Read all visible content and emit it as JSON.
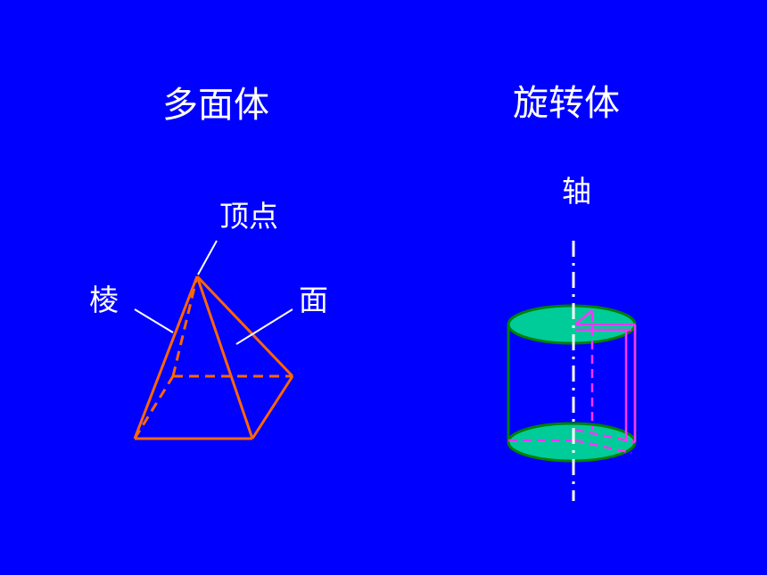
{
  "slide": {
    "background_color": "#0000ff",
    "polyhedron": {
      "title": "多面体",
      "labels": {
        "vertex": "顶点",
        "edge": "棱",
        "face": "面"
      },
      "line_color": "#ff6600",
      "pointer_color": "#ffffff"
    },
    "solid_of_revolution": {
      "title": "旋转体",
      "labels": {
        "axis": "轴"
      },
      "cylinder_outline_color": "#008000",
      "cylinder_fill_color": "#00cc99",
      "rotation_line_color": "#ff33ff",
      "axis_color": "#ffffff"
    }
  }
}
